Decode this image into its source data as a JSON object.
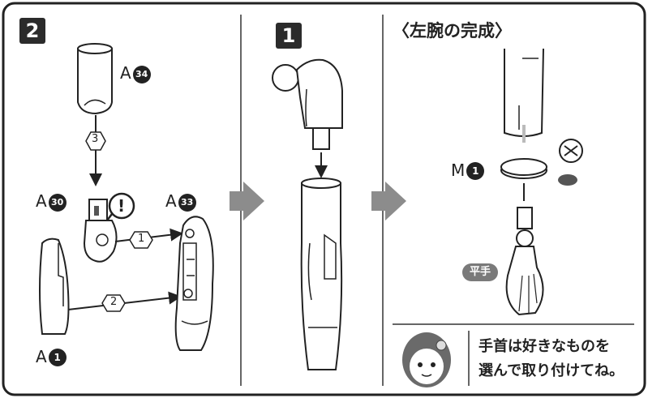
{
  "panels": {
    "step2": {
      "number": "2",
      "parts": {
        "a34": {
          "letter": "A",
          "num": "34"
        },
        "a30": {
          "letter": "A",
          "num": "30"
        },
        "a33": {
          "letter": "A",
          "num": "33"
        },
        "a1": {
          "letter": "A",
          "num": "1"
        }
      },
      "steps": [
        "3",
        "1",
        "2"
      ],
      "caution_mark": "!"
    },
    "step1": {
      "number": "1"
    },
    "complete": {
      "title": "〈左腕の完成〉",
      "part_m1": {
        "letter": "M",
        "num": "1"
      },
      "hand_badge": "平手",
      "note_lines": [
        "手首は好きなものを",
        "選んで取り付けてね。"
      ]
    }
  },
  "colors": {
    "frame": "#2b2b2b",
    "arrow_gray": "#8c8c8c",
    "badge_gray": "#7a7a7a",
    "part_fill": "#ffffff",
    "dark_part": "#555555"
  }
}
